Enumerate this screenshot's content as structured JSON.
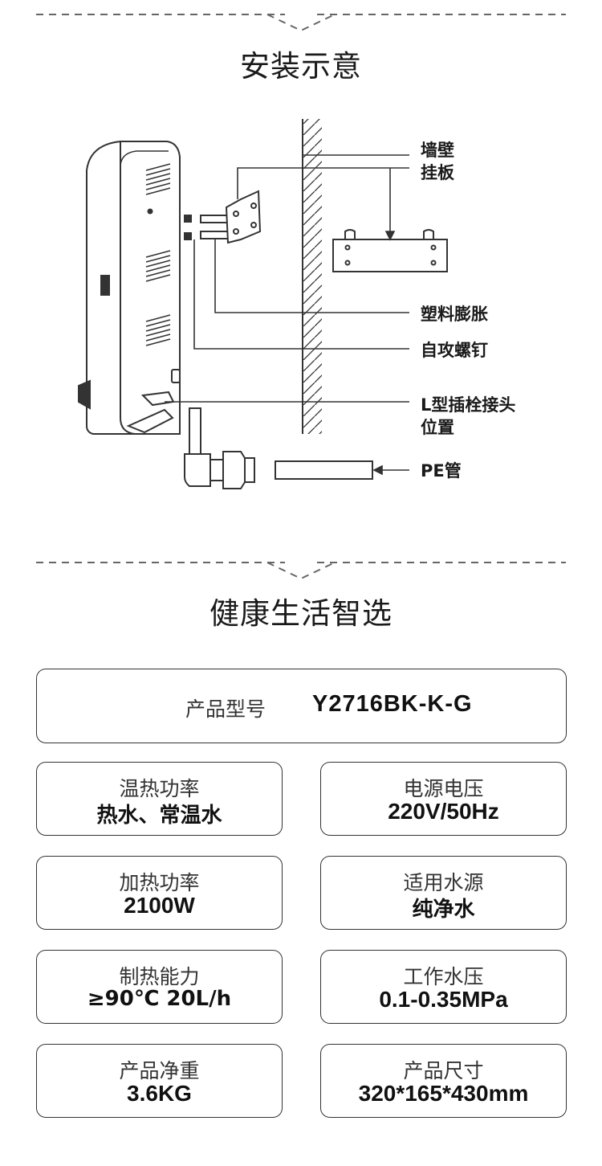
{
  "section1": {
    "title": "安装示意"
  },
  "diagram": {
    "labels": {
      "wall": "墙壁",
      "hanger": "挂板",
      "anchor": "塑料膨胀",
      "screw": "自攻螺钉",
      "connector_line1": "L型插栓接头",
      "connector_line2": "位置",
      "pe_pipe": "PE管"
    }
  },
  "section2": {
    "title": "健康生活智选"
  },
  "model": {
    "label": "产品型号",
    "value": "Y2716BK-K-G"
  },
  "specs": [
    {
      "label": "温热功率",
      "value": "热水、常温水"
    },
    {
      "label": "电源电压",
      "value": "220V/50Hz"
    },
    {
      "label": "加热功率",
      "value": "2100W"
    },
    {
      "label": "适用水源",
      "value": "纯净水"
    },
    {
      "label": "制热能力",
      "value": "≥90℃ 20L/h"
    },
    {
      "label": "工作水压",
      "value": "0.1-0.35MPa"
    },
    {
      "label": "产品净重",
      "value": "3.6KG"
    },
    {
      "label": "产品尺寸",
      "value": "320*165*430mm"
    }
  ]
}
